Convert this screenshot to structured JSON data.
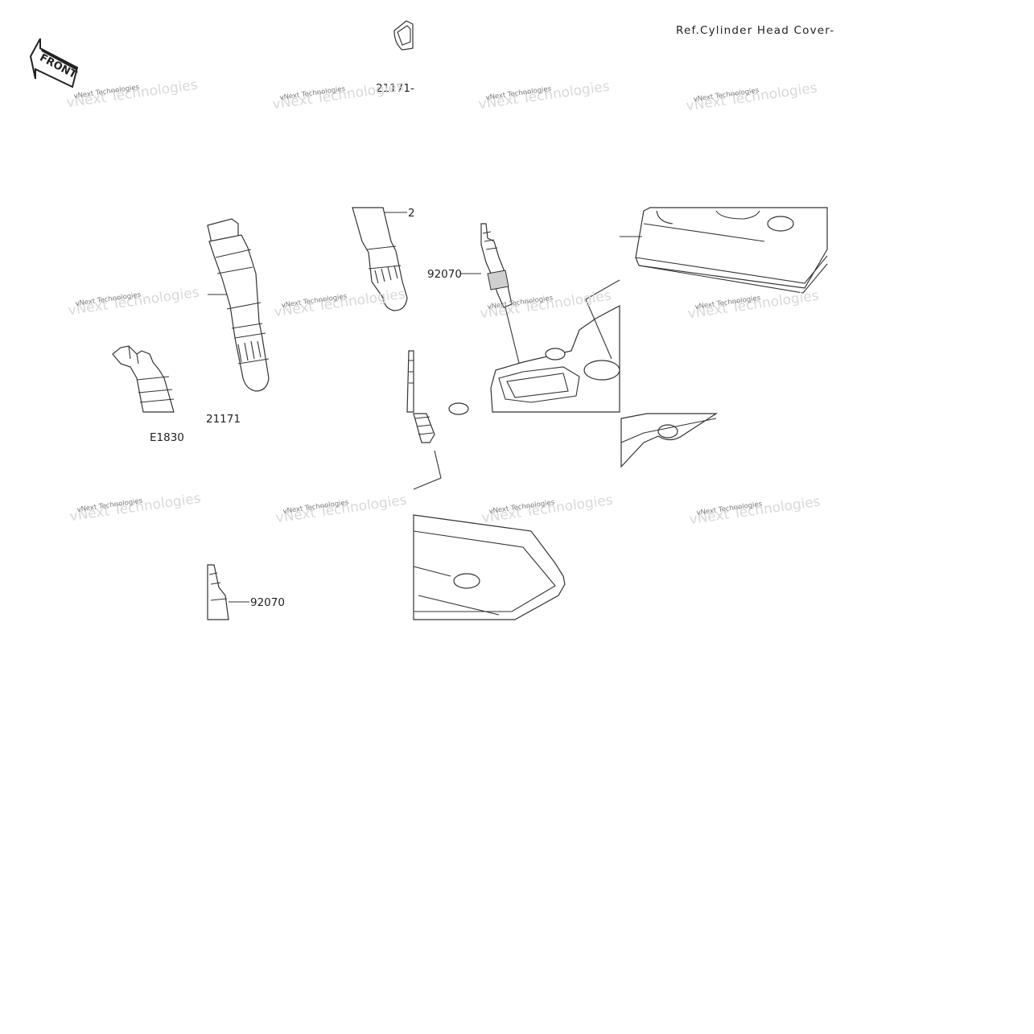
{
  "diagram": {
    "reference_label": "Ref.Cylinder Head Cover-",
    "front_badge": "FRONT",
    "figure_code": "E1830",
    "callouts": {
      "coil_top": "21171-",
      "coil_left": "21171",
      "coil_right_partial": "2",
      "plug_upper": "92070",
      "plug_lower": "92070"
    }
  },
  "watermark": {
    "text": "vNext Technologies"
  }
}
